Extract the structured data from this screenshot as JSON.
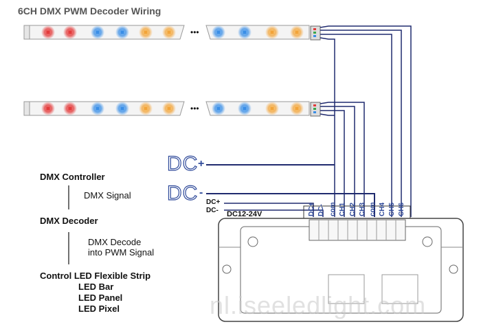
{
  "title": "6CH DMX PWM Decoder Wiring",
  "dc_plus": {
    "text": "DC",
    "sign": "+"
  },
  "dc_minus": {
    "text": "DC",
    "sign": "-"
  },
  "wire_labels": {
    "dc_plus": "DC+",
    "dc_minus": "DC-",
    "voltage": "DC12-24V"
  },
  "terminals": [
    "DC+",
    "DC-",
    "com",
    "CH1",
    "CH2",
    "CH3",
    "com",
    "CH4",
    "CH5",
    "CH6"
  ],
  "flow": {
    "controller": "DMX Controller",
    "signal": "DMX Signal",
    "decoder": "DMX Decoder",
    "decode_line1": "DMX Decode",
    "decode_line2": "into PWM Signal",
    "control": "Control LED Flexible Strip",
    "bar": "LED Bar",
    "panel": "LED Panel",
    "pixel": "LED Pixel"
  },
  "watermark": "nl.iseeledlight.com",
  "ellipsis": "•••",
  "colors": {
    "wire": "#1f2a6e",
    "accent": "#2f4a9a"
  },
  "led_colors": [
    "#e23b3b",
    "#e23b3b",
    "#3a8ee6",
    "#3a8ee6",
    "#f2a43a",
    "#f2a43a",
    "#3a8ee6",
    "#3a8ee6",
    "#f2a43a",
    "#f2a43a"
  ]
}
